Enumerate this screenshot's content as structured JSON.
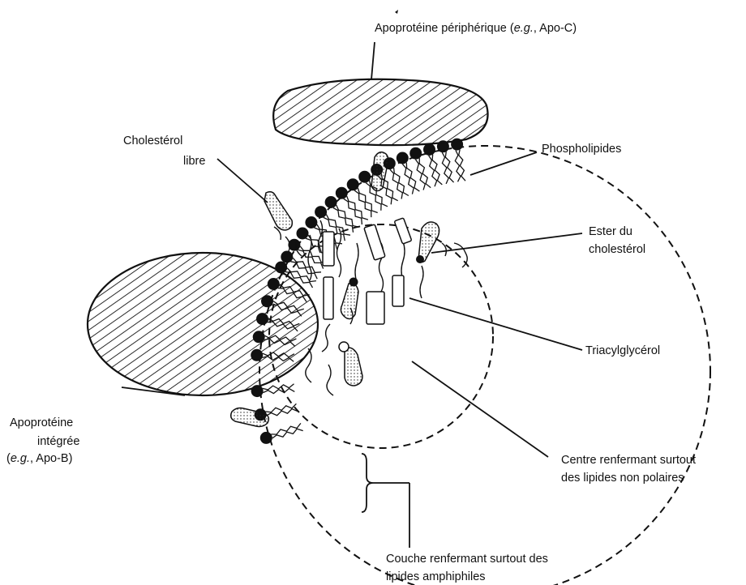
{
  "labels": {
    "apo_c": {
      "pre": "Apoprotéine périphérique (",
      "eg": "e.g.",
      "post": ", Apo-C)"
    },
    "cholesterol_libre": {
      "line1": "Cholestérol",
      "line2": "libre"
    },
    "phospholipides": "Phospholipides",
    "ester": {
      "line1": "Ester du",
      "line2": "cholestérol"
    },
    "triacylglycerol": "Triacylglycérol",
    "apo_b": {
      "line1": "Apoprotéine",
      "line2": "intégrée",
      "line3_eg": "e.g.",
      "line3_post": ", Apo-B)"
    },
    "centre": {
      "line1": "Centre renfermant surtout",
      "line2": "des lipides non polaires"
    },
    "couche": {
      "line1": "Couche renfermant surtout des",
      "line2": "lipides amphiphiles"
    }
  },
  "colors": {
    "ink": "#111111",
    "background": "#ffffff"
  }
}
